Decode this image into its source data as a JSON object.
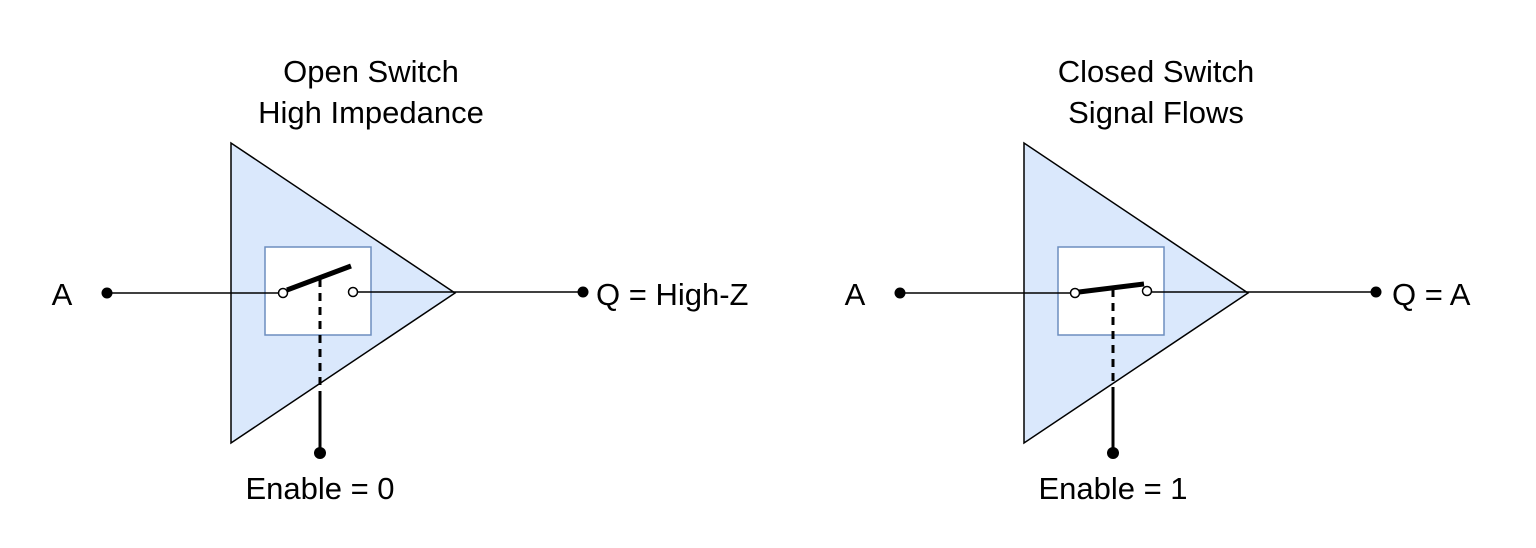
{
  "colors": {
    "triangle_fill": "#dae8fc",
    "box_stroke": "#6c8ebf",
    "line": "#000000",
    "background": "#ffffff"
  },
  "open_switch": {
    "title_line1": "Open Switch",
    "title_line2": "High Impedance",
    "input_label": "A",
    "output_label": "Q = High-Z",
    "enable_label": "Enable = 0",
    "switch_state": "open"
  },
  "closed_switch": {
    "title_line1": "Closed Switch",
    "title_line2": "Signal Flows",
    "input_label": "A",
    "output_label": "Q = A",
    "enable_label": "Enable = 1",
    "switch_state": "closed"
  }
}
